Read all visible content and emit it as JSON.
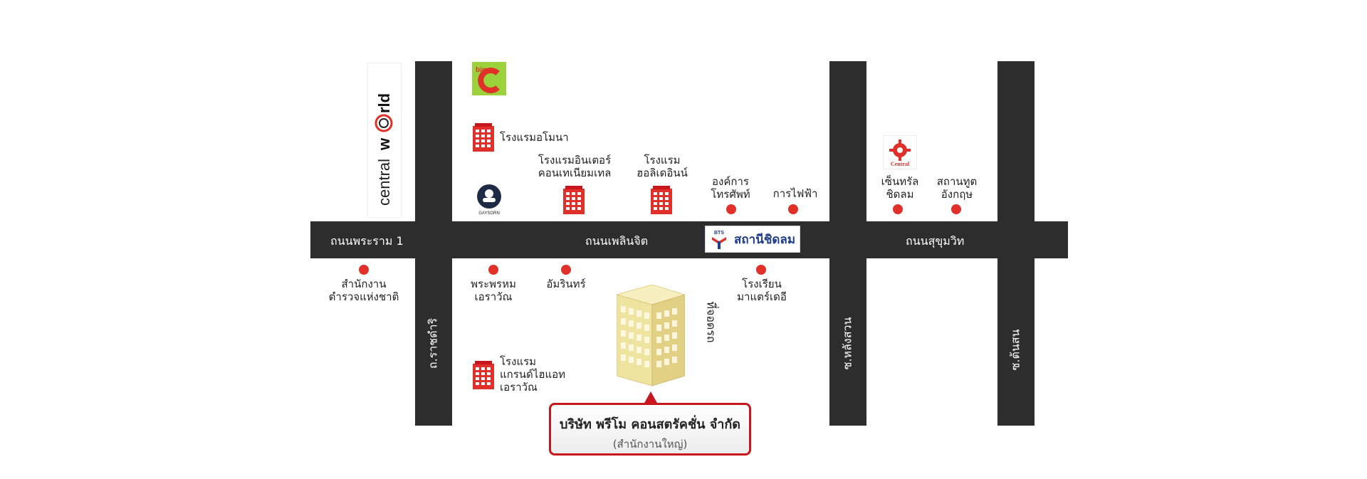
{
  "roads": {
    "rama1": "ถนนพระราม 1",
    "ploenchit": "ถนนเพลินจิต",
    "sukhumvit": "ถนนสุขุมวิท",
    "ratchadamri": "ถ.ราชดำริ",
    "langsuan": "ซ.หลังสวน",
    "tonson": "ซ.ต้นสน"
  },
  "logos": {
    "centralworld": "centralworld",
    "bigc": "big C",
    "gaysorn": "GAYSORN",
    "central": "Central",
    "bts": "BTS"
  },
  "places": {
    "amari": "โรงแรมอโมนา",
    "intercon_1": "โรงแรมอินเตอร์",
    "intercon_2": "คอนเทเนียมเทล",
    "holiday_1": "โรงแรม",
    "holiday_2": "ฮอลิเดอินน์",
    "tot_1": "องค์การ",
    "tot_2": "โทรศัพท์",
    "power": "การไฟฟ้า",
    "central_1": "เซ็นทรัล",
    "central_2": "ชิดลม",
    "embassy_1": "สถานทูต",
    "embassy_2": "อังกฤษ",
    "police_1": "สำนักงาน",
    "police_2": "ตำรวจแห่งชาติ",
    "brahma_1": "พระพรหม",
    "brahma_2": "เอราวัณ",
    "amarin": "อัมรินทร์",
    "school_1": "โรงเรียน",
    "school_2": "มาแตร์เดอี",
    "hyatt_1": "โรงแรม",
    "hyatt_2": "แกรนด์ไฮแอท",
    "hyatt_3": "เอราวัณ",
    "parking": "ที่จอดรถ"
  },
  "station": "สถานีชิดลม",
  "company": {
    "name": "บริษัท พรีโม คอนสตรัคชั่น จำกัด",
    "sub": "(สำนักงานใหญ่)"
  },
  "colors": {
    "road": "#2d2d2d",
    "marker": "#e0302a",
    "accent": "#c8161d",
    "bts_blue": "#1f3c8a",
    "building": "#efe3a0"
  }
}
